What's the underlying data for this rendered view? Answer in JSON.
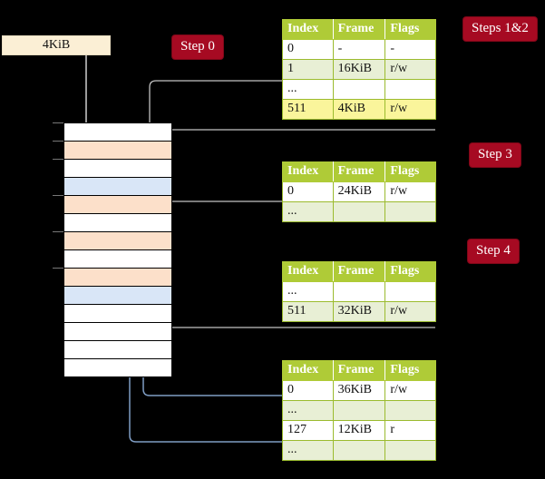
{
  "diagram": {
    "title": "four-level page table walk",
    "colors": {
      "badge_bg": "#A60A22",
      "badge_fg": "#FFFFFF",
      "table_header_bg": "#AFCB37",
      "table_row_alt_bg": "#E8EFD5",
      "highlight_bg": "#FAF59B",
      "va_box_bg": "#FBEFD5",
      "mem_peach": "#FCE0CA",
      "mem_blue": "#D9E6F7",
      "wire_gray": "#BFBFBF",
      "wire_blue": "#7F9DC4",
      "background": "#000000"
    }
  },
  "virtual_address": {
    "label": "4KiB"
  },
  "badges": [
    {
      "name": "step-0",
      "label": "Step 0"
    },
    {
      "name": "steps-1-2",
      "label": "Steps 1&2"
    },
    {
      "name": "step-3",
      "label": "Step 3"
    },
    {
      "name": "step-4",
      "label": "Step 4"
    }
  ],
  "tables": [
    {
      "name": "page-table-level-0",
      "headers": [
        "Index",
        "Frame",
        "Flags"
      ],
      "rows": [
        {
          "cells": [
            "0",
            "-",
            "-"
          ],
          "highlight": [
            false,
            false,
            false
          ]
        },
        {
          "cells": [
            "1",
            "16KiB",
            "r/w"
          ],
          "highlight": [
            false,
            false,
            false
          ]
        },
        {
          "cells": [
            "...",
            "",
            ""
          ],
          "highlight": [
            false,
            false,
            false
          ]
        },
        {
          "cells": [
            "511",
            "4KiB",
            "r/w"
          ],
          "highlight": [
            true,
            true,
            true
          ]
        }
      ]
    },
    {
      "name": "page-table-level-1",
      "headers": [
        "Index",
        "Frame",
        "Flags"
      ],
      "rows": [
        {
          "cells": [
            "0",
            "24KiB",
            "r/w"
          ],
          "highlight": [
            false,
            false,
            false
          ]
        },
        {
          "cells": [
            "...",
            "",
            ""
          ],
          "highlight": [
            false,
            false,
            false
          ]
        }
      ]
    },
    {
      "name": "page-table-level-2",
      "headers": [
        "Index",
        "Frame",
        "Flags"
      ],
      "rows": [
        {
          "cells": [
            "...",
            "",
            ""
          ],
          "highlight": [
            false,
            false,
            false
          ]
        },
        {
          "cells": [
            "511",
            "32KiB",
            "r/w"
          ],
          "highlight": [
            false,
            false,
            false
          ]
        }
      ]
    },
    {
      "name": "page-table-level-3",
      "headers": [
        "Index",
        "Frame",
        "Flags"
      ],
      "rows": [
        {
          "cells": [
            "0",
            "36KiB",
            "r/w"
          ],
          "highlight": [
            false,
            false,
            false
          ]
        },
        {
          "cells": [
            "...",
            "",
            ""
          ],
          "highlight": [
            false,
            false,
            false
          ]
        },
        {
          "cells": [
            "127",
            "12KiB",
            "r"
          ],
          "highlight": [
            false,
            false,
            false
          ]
        },
        {
          "cells": [
            "...",
            "",
            ""
          ],
          "highlight": [
            false,
            false,
            false
          ]
        }
      ]
    }
  ],
  "memory_column": {
    "name": "physical-memory-frames",
    "frame_count": 14,
    "frames": [
      {
        "index": 0,
        "fill": "white",
        "tick": true
      },
      {
        "index": 1,
        "fill": "peach",
        "tick": true
      },
      {
        "index": 2,
        "fill": "white",
        "tick": true
      },
      {
        "index": 3,
        "fill": "blue",
        "tick": false
      },
      {
        "index": 4,
        "fill": "peach",
        "tick": true
      },
      {
        "index": 5,
        "fill": "white",
        "tick": false
      },
      {
        "index": 6,
        "fill": "peach",
        "tick": true
      },
      {
        "index": 7,
        "fill": "white",
        "tick": false
      },
      {
        "index": 8,
        "fill": "peach",
        "tick": true
      },
      {
        "index": 9,
        "fill": "blue",
        "tick": false
      },
      {
        "index": 10,
        "fill": "white",
        "tick": false
      },
      {
        "index": 11,
        "fill": "white",
        "tick": false
      },
      {
        "index": 12,
        "fill": "white",
        "tick": false
      },
      {
        "index": 13,
        "fill": "white",
        "tick": false
      }
    ]
  }
}
